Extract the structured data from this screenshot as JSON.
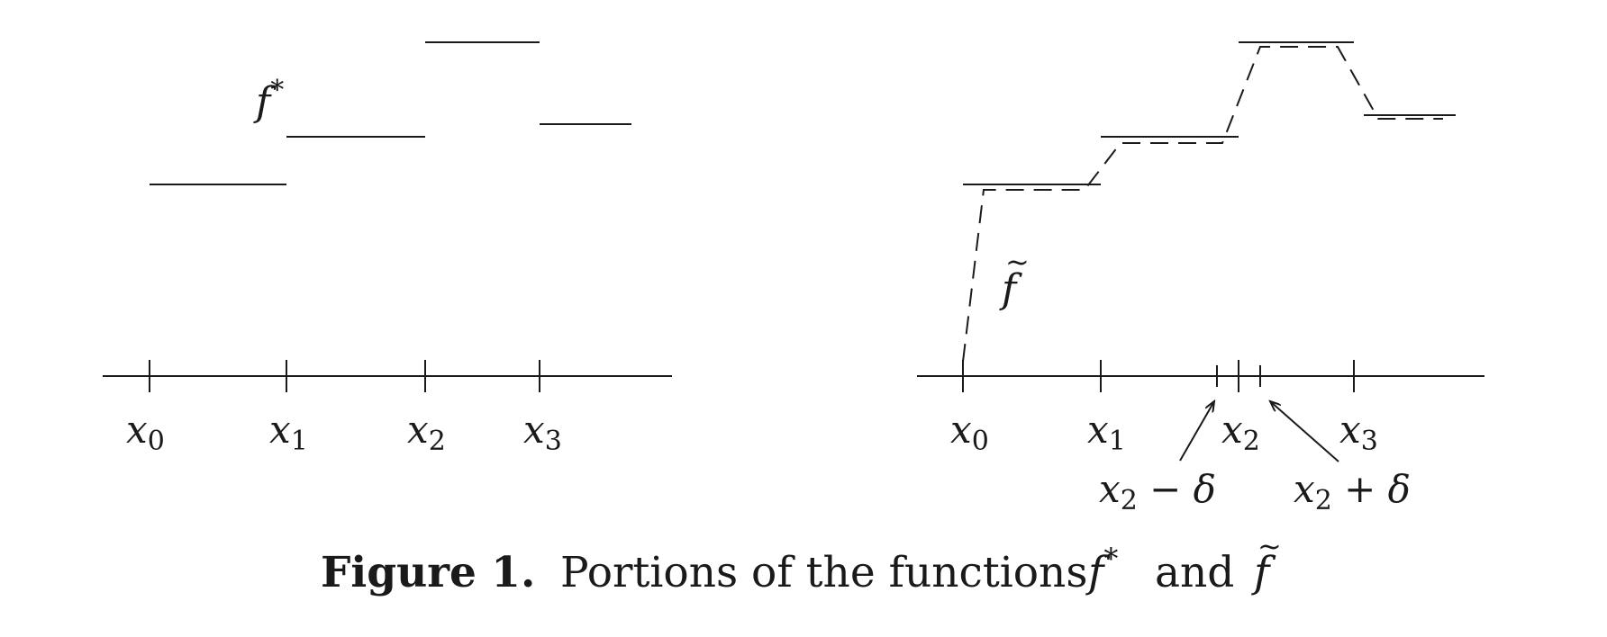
{
  "left_panel": {
    "function_label": "f",
    "function_label_sup": "*",
    "ticks": [
      {
        "var": "x",
        "sub": "0"
      },
      {
        "var": "x",
        "sub": "1"
      },
      {
        "var": "x",
        "sub": "2"
      },
      {
        "var": "x",
        "sub": "3"
      }
    ]
  },
  "right_panel": {
    "function_label": "f",
    "function_label_accent": "~",
    "ticks": [
      {
        "var": "x",
        "sub": "0"
      },
      {
        "var": "x",
        "sub": "1"
      },
      {
        "var": "x",
        "sub": "2"
      },
      {
        "var": "x",
        "sub": "3"
      }
    ],
    "annotation_minus": {
      "var": "x",
      "sub": "2",
      "rest": " − δ"
    },
    "annotation_plus": {
      "var": "x",
      "sub": "2",
      "rest": " + δ"
    }
  },
  "caption": {
    "label": "Figure 1.",
    "text": "Portions of the functions",
    "f_star": "f",
    "f_star_sup": "*",
    "and": "and",
    "f_tilde": "f",
    "f_tilde_accent": "~"
  }
}
